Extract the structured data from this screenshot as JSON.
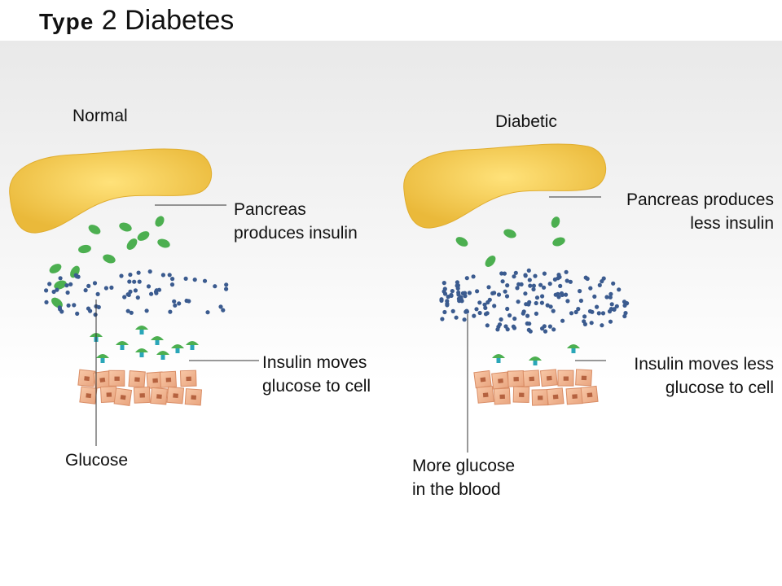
{
  "title": {
    "part1": "Type",
    "part2": "2 Diabetes"
  },
  "normal": {
    "heading": "Normal",
    "pancreas_label": [
      "Pancreas",
      "produces insulin"
    ],
    "insulin_label": [
      "Insulin moves",
      "glucose to cell"
    ],
    "glucose_label": "Glucose"
  },
  "diabetic": {
    "heading": "Diabetic",
    "pancreas_label": [
      "Pancreas produces",
      "less insulin"
    ],
    "insulin_label": [
      "Insulin moves less",
      "glucose to cell"
    ],
    "glucose_label": [
      "More glucose",
      "in the blood"
    ]
  },
  "colors": {
    "pancreas": "#f2c94c",
    "insulin": "#4caf50",
    "glucose": "#3b5b8f",
    "receptor": "#2aa6b8",
    "cell": "#f2b48f",
    "line": "#333333"
  }
}
